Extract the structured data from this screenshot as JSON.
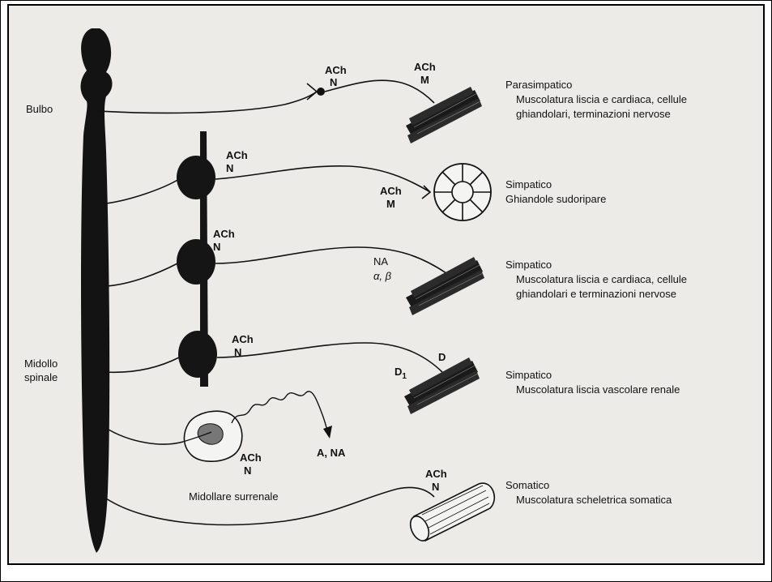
{
  "regions": {
    "bulbo": "Bulbo",
    "spinal_line1": "Midollo",
    "spinal_line2": "spinale"
  },
  "pathways": [
    {
      "pre": {
        "top": "ACh",
        "bottom": "N"
      },
      "post": {
        "top": "ACh",
        "bottom": "M"
      },
      "name": "Parasimpatico",
      "desc1": "Muscolatura liscia e cardiaca, cellule",
      "desc2": "ghiandolari, terminazioni nervose"
    },
    {
      "pre": {
        "top": "ACh",
        "bottom": "N"
      },
      "post": {
        "top": "ACh",
        "bottom": "M"
      },
      "name": "Simpatico",
      "desc1": "Ghiandole sudoripare"
    },
    {
      "pre": {
        "top": "ACh",
        "bottom": "N"
      },
      "post": {
        "top": "NA",
        "bottom": "α, β"
      },
      "name": "Simpatico",
      "desc1": "Muscolatura liscia e cardiaca, cellule",
      "desc2": "ghiandolari e terminazioni nervose"
    },
    {
      "pre": {
        "top": "ACh",
        "bottom": "N"
      },
      "post": {
        "top": "D",
        "bottom": "D1"
      },
      "name": "Simpatico",
      "desc1": "Muscolatura liscia vascolare renale"
    },
    {
      "pre": {
        "top": "ACh",
        "bottom": "N"
      },
      "release": "A, NA",
      "label": "Midollare surrenale"
    },
    {
      "post": {
        "top": "ACh",
        "bottom": "N"
      },
      "name": "Somatico",
      "desc1": "Muscolatura scheletrica somatica"
    }
  ],
  "colors": {
    "ink": "#111111",
    "paper": "#ecebe8",
    "frame": "#000000"
  }
}
